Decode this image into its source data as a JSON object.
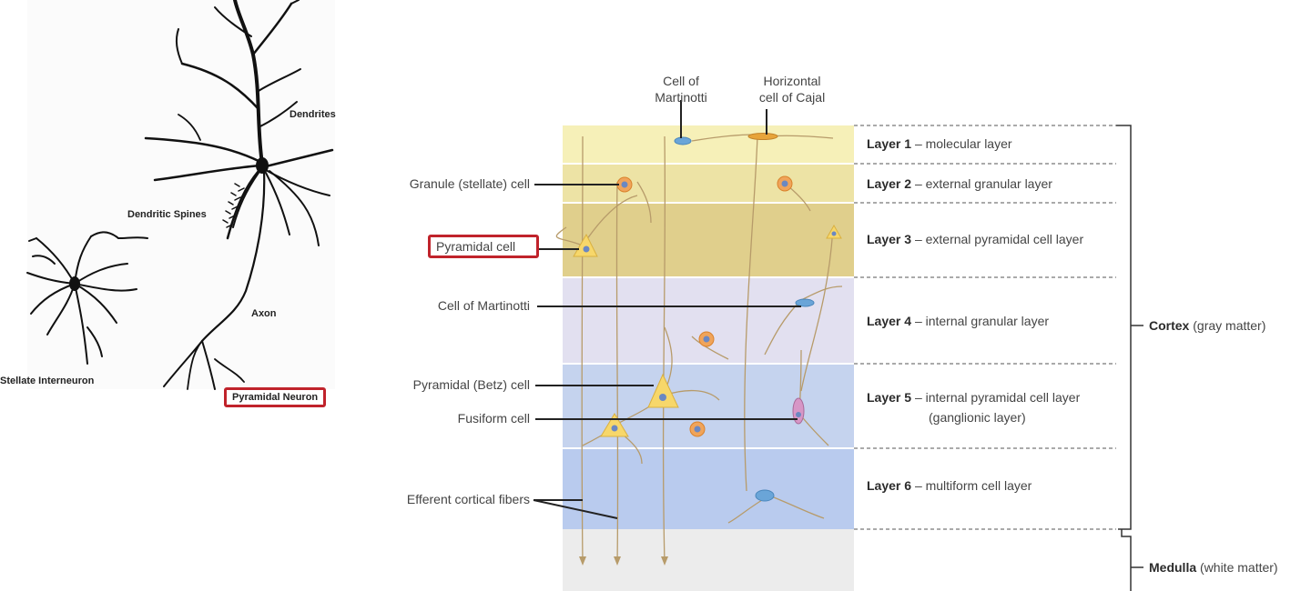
{
  "left_figure": {
    "labels": {
      "dendrites": "Dendrites",
      "dendritic_spines": "Dendritic Spines",
      "axon": "Axon",
      "stellate_interneuron": "Stellate Interneuron",
      "pyramidal_neuron": "Pyramidal Neuron"
    },
    "highlight_color": "#c0232b"
  },
  "right_figure": {
    "top_labels": {
      "martinotti": [
        "Cell of",
        "Martinotti"
      ],
      "cajal": [
        "Horizontal",
        "cell of Cajal"
      ]
    },
    "cell_labels": {
      "granule": "Granule (stellate) cell",
      "pyramidal": "Pyramidal cell",
      "martinotti": "Cell of Martinotti",
      "betz": "Pyramidal (Betz) cell",
      "fusiform": "Fusiform cell",
      "efferent": "Efferent cortical fibers"
    },
    "layers": [
      {
        "name": "Layer 1",
        "desc": "– molecular layer",
        "color": "#f6f0b8"
      },
      {
        "name": "Layer 2",
        "desc": "– external granular layer",
        "color": "#ede3a5"
      },
      {
        "name": "Layer 3",
        "desc": "– external pyramidal cell layer",
        "color": "#e0cf8c"
      },
      {
        "name": "Layer 4",
        "desc": "– internal granular layer",
        "color": "#e2e0f0"
      },
      {
        "name": "Layer 5",
        "desc": "– internal pyramidal cell layer",
        "desc2": "(ganglionic layer)",
        "color": "#c5d3ee"
      },
      {
        "name": "Layer 6",
        "desc": "– multiform cell layer",
        "color": "#b9cbee"
      }
    ],
    "white_matter_color": "#ececec",
    "regions": {
      "cortex": {
        "name": "Cortex",
        "desc": "(gray matter)"
      },
      "medulla": {
        "name": "Medulla",
        "desc": "(white matter)"
      }
    },
    "highlight_color": "#c0232b"
  }
}
